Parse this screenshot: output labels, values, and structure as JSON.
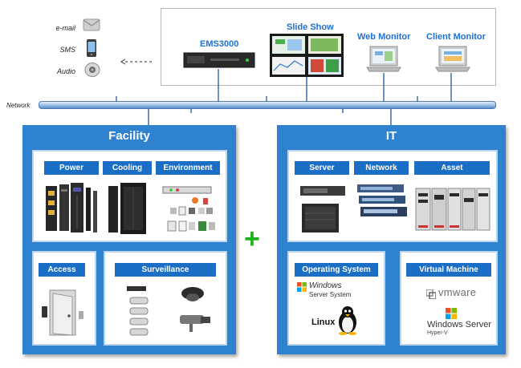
{
  "notifications": [
    {
      "label": "e-mail",
      "icon": "email-icon"
    },
    {
      "label": "SMS",
      "icon": "phone-icon"
    },
    {
      "label": "Audio",
      "icon": "speaker-icon"
    }
  ],
  "monitoring": {
    "ems": "EMS3000",
    "slideshow": "Slide Show",
    "web": "Web Monitor",
    "client": "Client Monitor"
  },
  "network": {
    "label": "Network"
  },
  "facility": {
    "title": "Facility",
    "power": "Power",
    "cooling": "Cooling",
    "environment": "Environment",
    "access": "Access",
    "surveillance": "Surveillance"
  },
  "it": {
    "title": "IT",
    "server": "Server",
    "network": "Network",
    "asset": "Asset",
    "os": "Operating System",
    "vm": "Virtual Machine",
    "logos": {
      "windows_server_system_1": "Windows",
      "windows_server_system_2": "Server System",
      "linux": "Linux",
      "vmware": "vmware",
      "windows_server_1": "Windows Server",
      "windows_server_2": "Hyper-V"
    }
  },
  "plus": "+",
  "colors": {
    "panel": "#2f82cf",
    "header": "#1b6ec6",
    "title_blue": "#1f6fd1",
    "plus_green": "#1db31d"
  }
}
